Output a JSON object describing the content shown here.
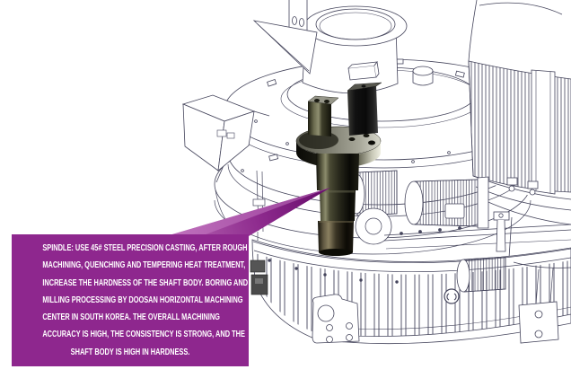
{
  "callout": {
    "lines": [
      "SPINDLE: USE 45# STEEL PRECISION CASTING, AFTER ROUGH",
      "MACHINING, QUENCHING AND TEMPERING HEAT TREATMENT,",
      "INCREASE THE HARDNESS OF THE SHAFT BODY. BORING AND",
      "MILLING PROCESSING BY DOOSAN HORIZONTAL MACHINING",
      "CENTER IN SOUTH KOREA. THE OVERALL MACHINING",
      "ACCURACY IS HIGH, THE CONSISTENCY IS STRONG, AND THE",
      "SHAFT BODY IS HIGH IN HARDNESS."
    ],
    "background_color": "#8e278e",
    "text_color": "#ffffff"
  },
  "illustration": {
    "highlighted_part": "spindle",
    "line_color": "#45455c",
    "arrow_base_color": "#b05cad",
    "arrow_tip_color": "#650a69",
    "spindle_dark_color": "#1c1c12",
    "spindle_highlight_color": "#8c8c6c",
    "flange_highlight_color": "#efefe2"
  }
}
